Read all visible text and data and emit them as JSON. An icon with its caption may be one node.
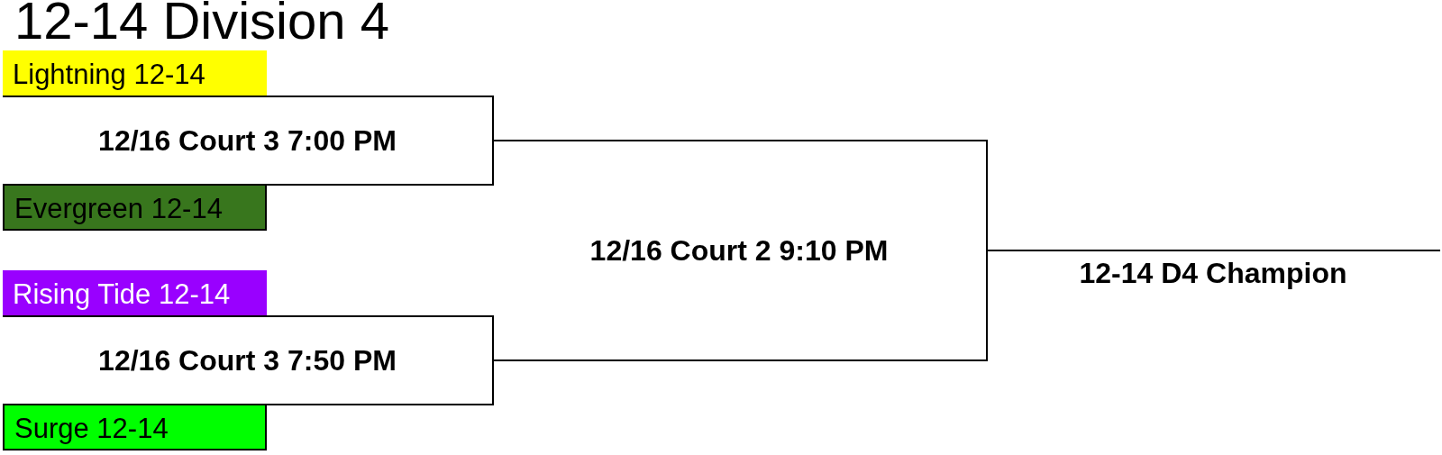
{
  "diagram": {
    "title": "12-14 Division 4",
    "nodes": [
      {
        "text": [
          "Lightning 12-14"
        ]
      },
      {
        "text": [
          "12/16 Court 3 7:00 PM"
        ]
      },
      {
        "text": [
          "Evergreen 12-14"
        ]
      },
      {
        "text": [
          "Rising Tide 12-14"
        ]
      },
      {
        "text": [
          "12/16 Court 3 7:50 PM"
        ]
      },
      {
        "text": [
          "Surge 12-14"
        ]
      },
      {
        "text": [
          "12/16 Court 2 9:10 PM"
        ]
      },
      {
        "text": [
          "12-14 D4 Champion"
        ]
      }
    ]
  }
}
